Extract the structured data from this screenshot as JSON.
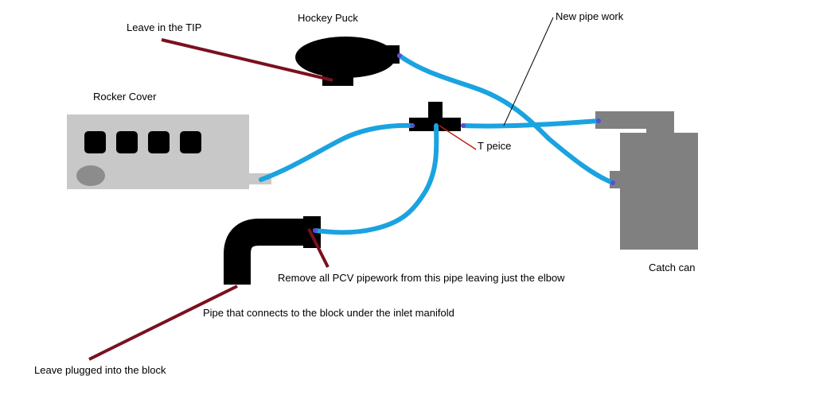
{
  "labels": {
    "leave_in_tip": "Leave in the TIP",
    "hockey_puck": "Hockey Puck",
    "new_pipe_work": "New pipe work",
    "rocker_cover": "Rocker Cover",
    "t_piece": "T peice",
    "catch_can": "Catch can",
    "remove_pcv": "Remove all PCV pipework from this pipe leaving just the elbow",
    "pipe_block": "Pipe that connects to the block under the inlet manifold",
    "leave_plugged": "Leave plugged into the block"
  },
  "colors": {
    "hose": "#1aa3e0",
    "pointer": "#7a1020",
    "t_pointer": "#c0201c",
    "part_black": "#000000",
    "rocker_cover": "#c8c8c8",
    "rocker_oval": "#8c8c8c",
    "catch_can": "#808080",
    "hose_end": "#5a4fd0"
  }
}
